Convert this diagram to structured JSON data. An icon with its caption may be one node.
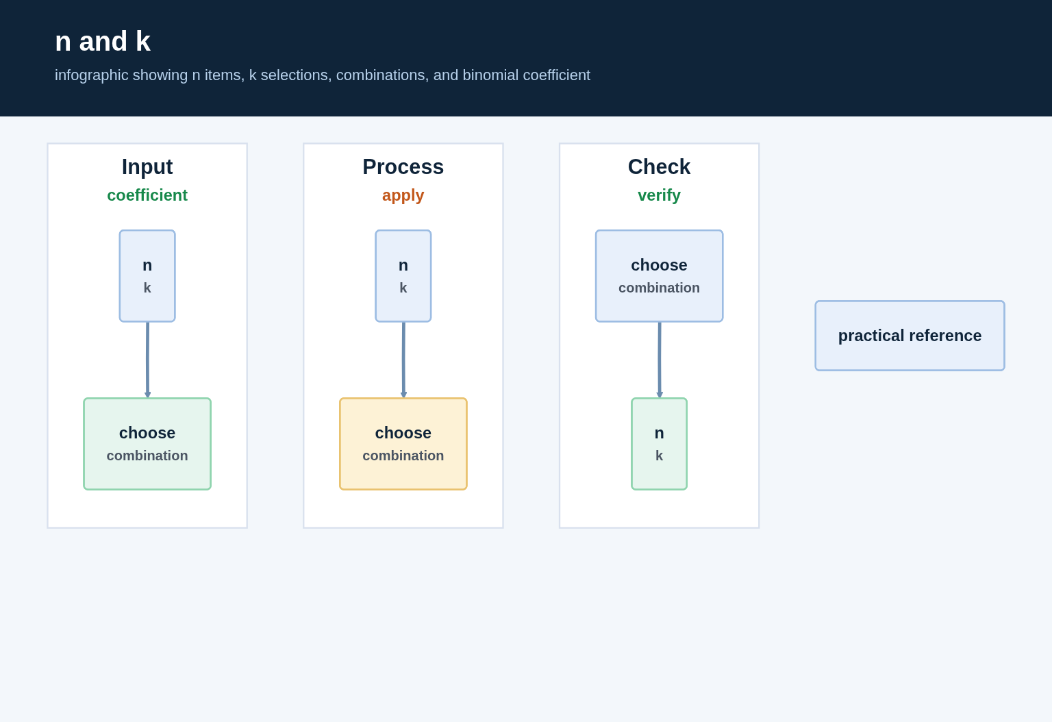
{
  "diagram": {
    "title": "n and k",
    "nodes": [
      {
        "text": [
          "Input",
          "coefficient"
        ]
      },
      {
        "text": [
          "n",
          "k"
        ],
        "in": 0
      },
      {
        "text": [
          "choose",
          "combination"
        ],
        "in": 0
      },
      {
        "text": [
          "Process",
          "apply"
        ]
      },
      {
        "text": [
          "n",
          "k"
        ],
        "in": 3
      },
      {
        "text": [
          "choose",
          "combination"
        ],
        "in": 3
      },
      {
        "text": [
          "Check",
          "verify"
        ]
      },
      {
        "text": [
          "choose",
          "combination"
        ],
        "in": 6
      },
      {
        "text": [
          "n",
          "k"
        ],
        "in": 6
      },
      {
        "text": [
          "practical reference"
        ]
      }
    ],
    "edges": [
      {
        "from": 1,
        "to": 2,
        "arrow": "to"
      },
      {
        "from": 4,
        "to": 5,
        "arrow": "to"
      },
      {
        "from": 7,
        "to": 8,
        "arrow": "to"
      }
    ],
    "labels": [
      "infographic showing n items, k selections, combinations, and binomial coefficient"
    ]
  }
}
